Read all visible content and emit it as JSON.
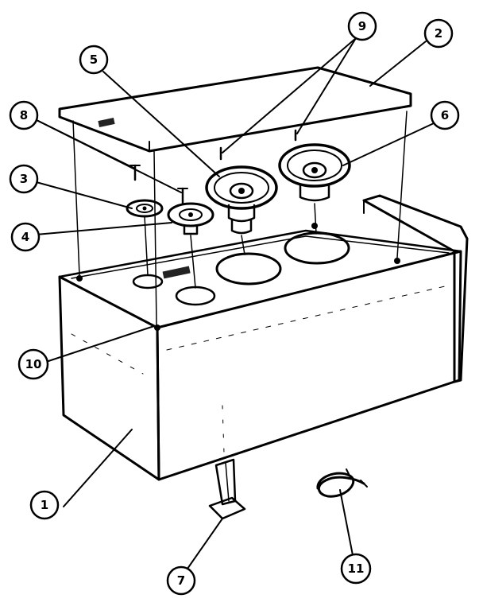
{
  "callouts": [
    {
      "id": "1",
      "label": "1"
    },
    {
      "id": "2",
      "label": "2"
    },
    {
      "id": "3",
      "label": "3"
    },
    {
      "id": "4",
      "label": "4"
    },
    {
      "id": "5",
      "label": "5"
    },
    {
      "id": "6",
      "label": "6"
    },
    {
      "id": "7",
      "label": "7"
    },
    {
      "id": "8",
      "label": "8"
    },
    {
      "id": "9",
      "label": "9"
    },
    {
      "id": "10",
      "label": "10"
    },
    {
      "id": "11",
      "label": "11"
    }
  ],
  "colors": {
    "ink": "#000000",
    "paper": "#ffffff",
    "panel": "#f7f7f7"
  }
}
